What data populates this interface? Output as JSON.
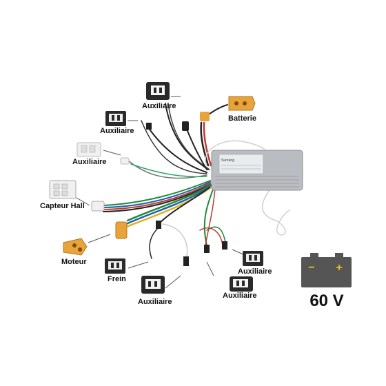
{
  "labels": {
    "aux1": "Auxiliaire",
    "aux2": "Auxiliaire",
    "aux3": "Auxiliaire",
    "batterie": "Batterie",
    "capteur_hall": "Capteur Hall",
    "moteur": "Moteur",
    "frein": "Frein",
    "aux4": "Auxiliaire",
    "aux5": "Auxiliaire",
    "aux6": "Auxiliaire"
  },
  "battery": {
    "voltage": "60 V",
    "minus": "−",
    "plus": "+"
  },
  "controller": {
    "brand": "Sunrang"
  },
  "icons": [
    "battery-icon",
    "connector-icon",
    "xt-connector-icon",
    "controller-box-icon"
  ],
  "colors": {
    "xt_connector": "#e8a33a",
    "black_connector": "#2a2a2a",
    "controller": "#b9bcc0",
    "battery_icon": "#555555"
  }
}
